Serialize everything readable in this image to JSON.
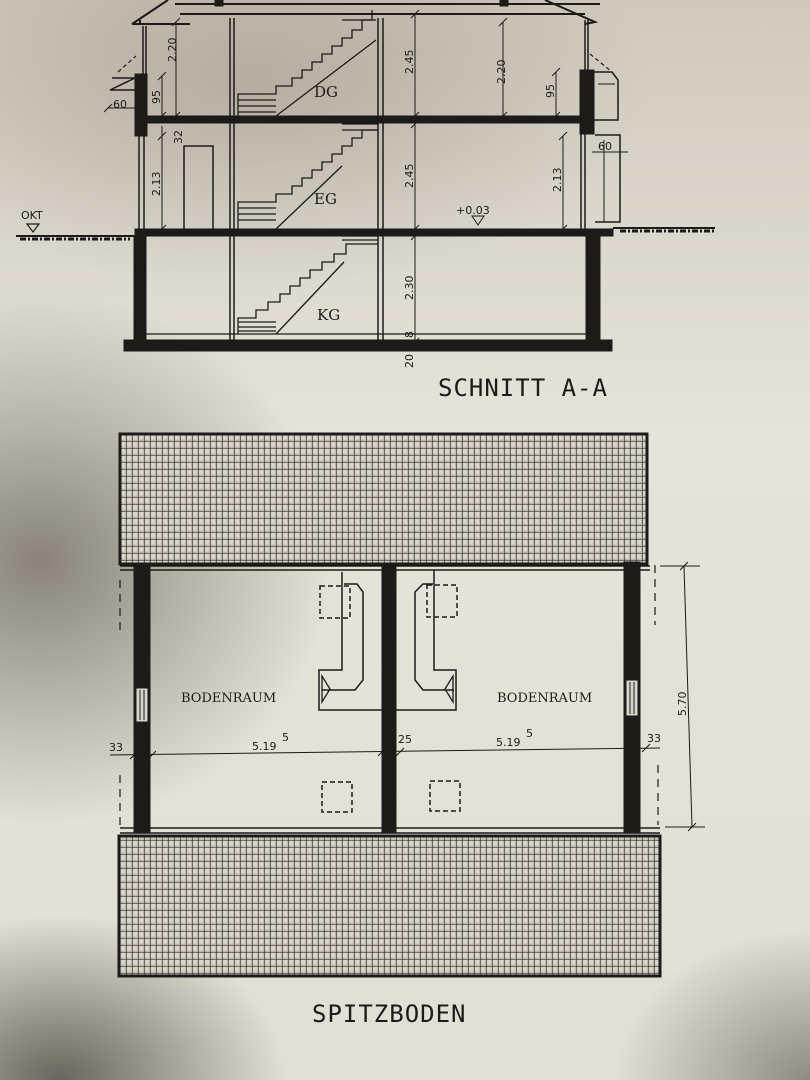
{
  "document": {
    "type": "architectural drawing",
    "paper_color": "#e4e1d6",
    "ink_color": "#1c1b18"
  },
  "section": {
    "title": "SCHNITT A-A",
    "floors": [
      {
        "label": "DG",
        "name": "Dachgeschoss",
        "height": "2.45",
        "clear_height": "2.20",
        "parapet": "95"
      },
      {
        "label": "EG",
        "name": "Erdgeschoss",
        "height": "2.45",
        "clear_height": "2.13",
        "level": "+0.03"
      },
      {
        "label": "KG",
        "name": "Kellergeschoss",
        "height": "2.30",
        "slab": "8",
        "base": "20"
      }
    ],
    "dimensions": {
      "left_dg_clear": "2.20",
      "left_parapet": "95",
      "left_overhang": "60",
      "left_slab": "32",
      "left_eg_clear": "2.13",
      "center_dg_height": "2.45",
      "center_eg_height": "2.45",
      "center_kg_height": "2.30",
      "center_kg_slab": "8",
      "center_base": "20",
      "right_dg_clear": "2.20",
      "right_parapet": "95",
      "right_overhang": "60",
      "right_eg_clear": "2.13",
      "floor_level_marker": "+0.03",
      "ground_marker": "OKT"
    }
  },
  "plan": {
    "title": "SPITZBODEN",
    "rooms": [
      {
        "label": "BODENRAUM",
        "width": "5.19",
        "width_sup": "5"
      },
      {
        "label": "BODENRAUM",
        "width": "5.19",
        "width_sup": "5"
      }
    ],
    "dimensions": {
      "left_wall": "33",
      "middle_wall": "25",
      "right_wall": "33",
      "depth": "5.70"
    }
  }
}
